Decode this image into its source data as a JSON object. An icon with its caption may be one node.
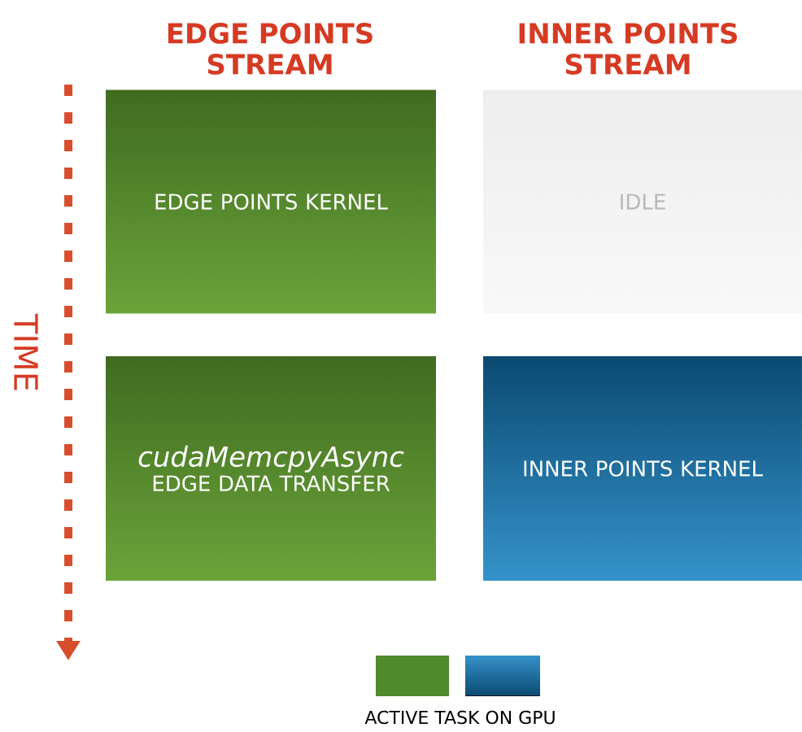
{
  "diagram": {
    "nodes": [
      {
        "text": [
          "EDGE POINTS KERNEL"
        ]
      },
      {
        "text": [
          "IDLE"
        ]
      },
      {
        "text": [
          "cudaMemcpyAsync",
          "EDGE DATA TRANSFER"
        ]
      },
      {
        "text": [
          "INNER POINTS KERNEL"
        ]
      }
    ],
    "labels": [
      "EDGE POINTS STREAM",
      "INNER POINTS STREAM",
      "TIME"
    ],
    "legend": [
      {
        "text": "ACTIVE TASK ON GPU",
        "color": "#4f8a2c"
      }
    ]
  }
}
